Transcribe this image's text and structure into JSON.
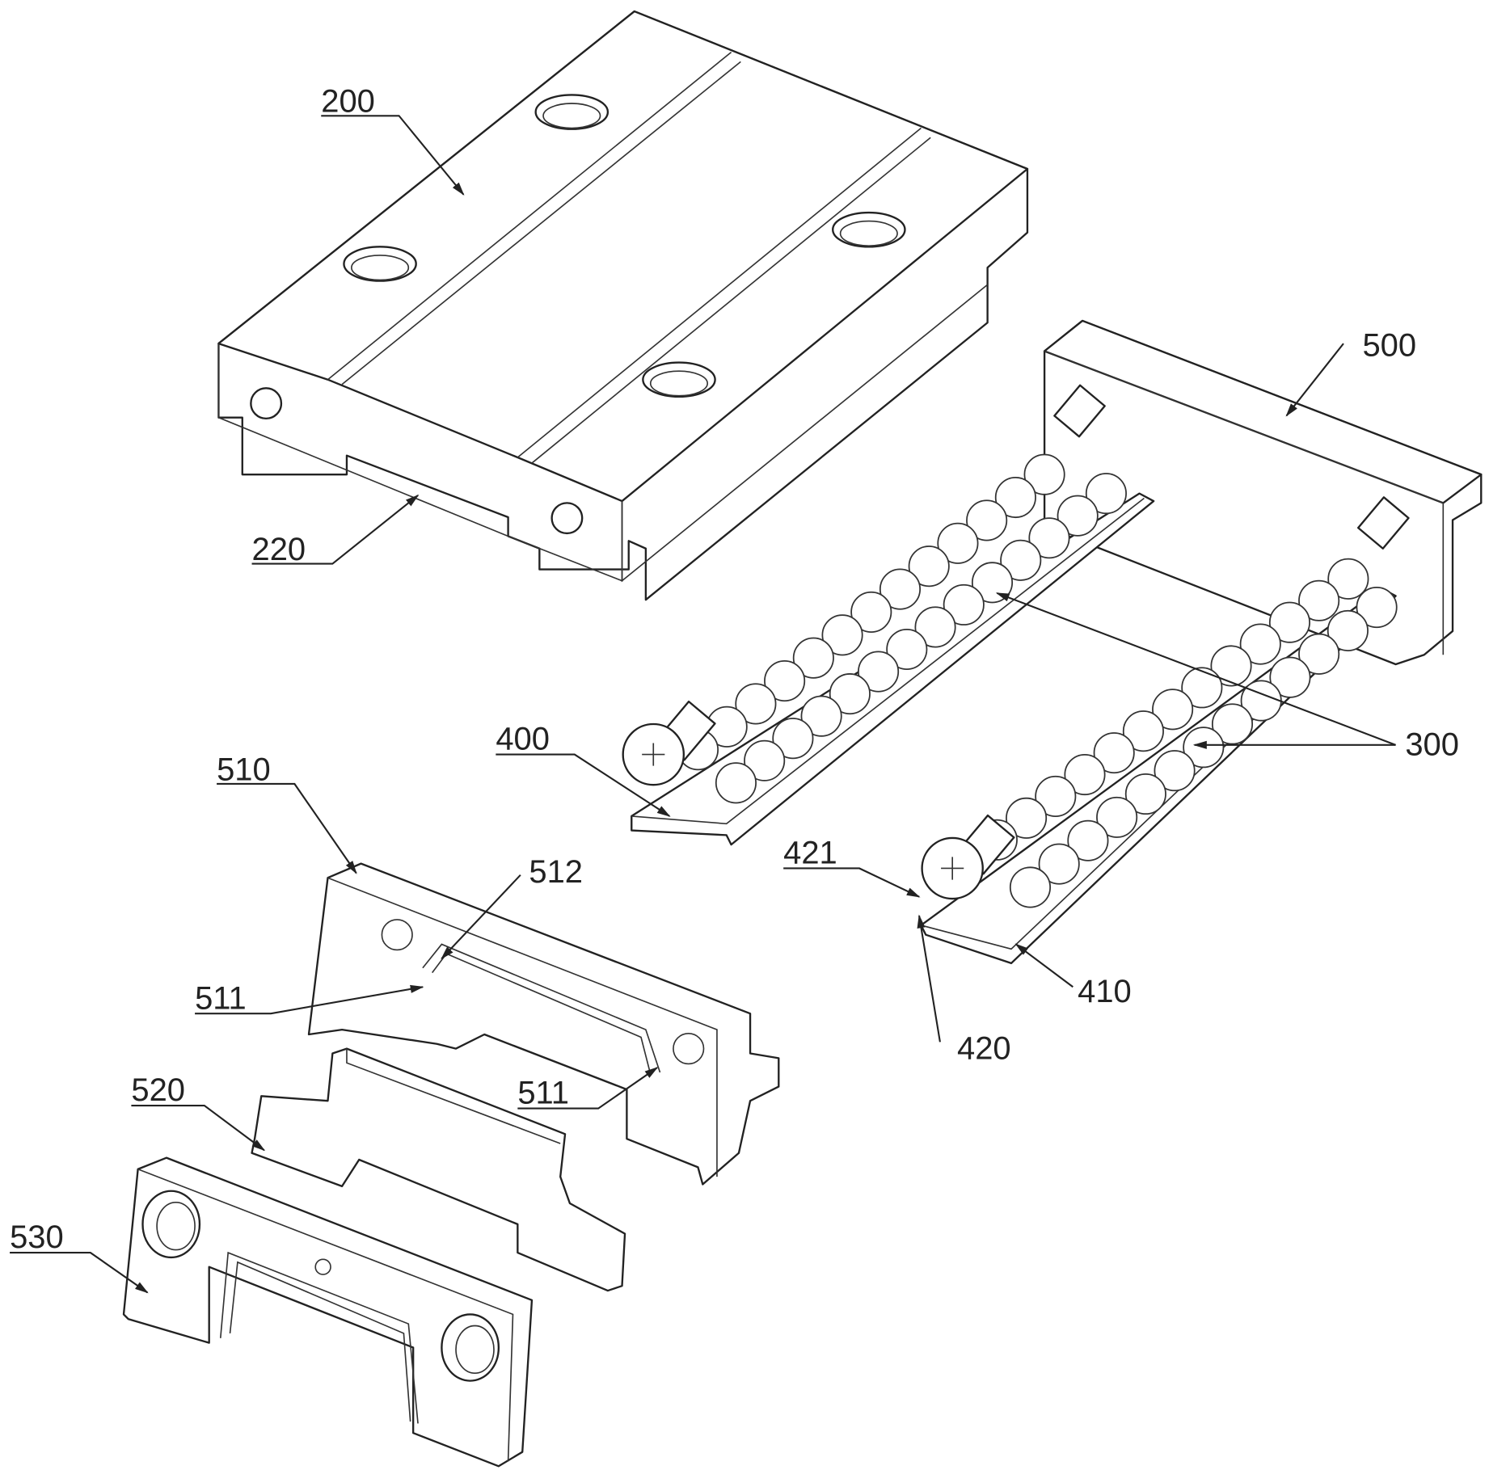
{
  "figure": {
    "labels": {
      "l200": "200",
      "l220": "220",
      "l500": "500",
      "l300": "300",
      "l400": "400",
      "l510": "510",
      "l512": "512",
      "l511a": "511",
      "l511b": "511",
      "l520": "520",
      "l530": "530",
      "l421": "421",
      "l410": "410",
      "l420": "420"
    }
  }
}
